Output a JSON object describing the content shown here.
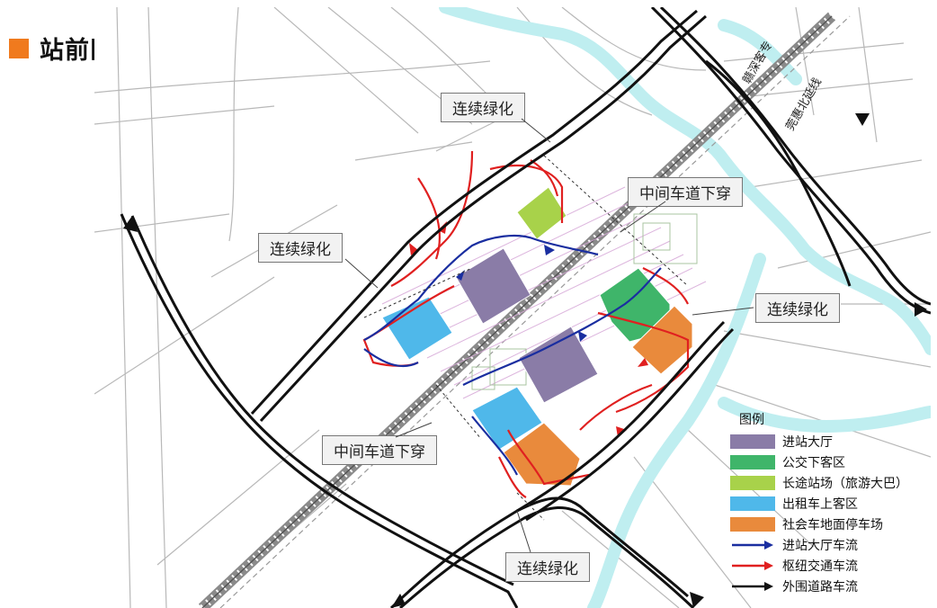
{
  "title": "站前区域交通组织",
  "callouts": {
    "greening_top": "连续绿化",
    "underpass_top": "中间车道下穿",
    "greening_left": "连续绿化",
    "greening_right": "连续绿化",
    "underpass_bottom": "中间车道下穿",
    "greening_bottom": "连续绿化"
  },
  "rail_labels": {
    "rail_line": "赣深客专",
    "extension": "莞惠北延线"
  },
  "legend": {
    "title": "图例",
    "areas": [
      {
        "label": "进站大厅",
        "color": "#8a7ca7"
      },
      {
        "label": "公交下客区",
        "color": "#3fb56a"
      },
      {
        "label": "长途站场（旅游大巴）",
        "color": "#a8d24a"
      },
      {
        "label": "出租车上客区",
        "color": "#4fb8ea"
      },
      {
        "label": "社会车地面停车场",
        "color": "#e98a3c"
      }
    ],
    "flows": [
      {
        "label": "进站大厅车流",
        "color": "#1a2ea0"
      },
      {
        "label": "枢纽交通车流",
        "color": "#e02020"
      },
      {
        "label": "外围道路车流",
        "color": "#111111"
      }
    ]
  },
  "colors": {
    "accent": "#f07a1e",
    "canal": "#bfeef0",
    "road": "#111111"
  }
}
